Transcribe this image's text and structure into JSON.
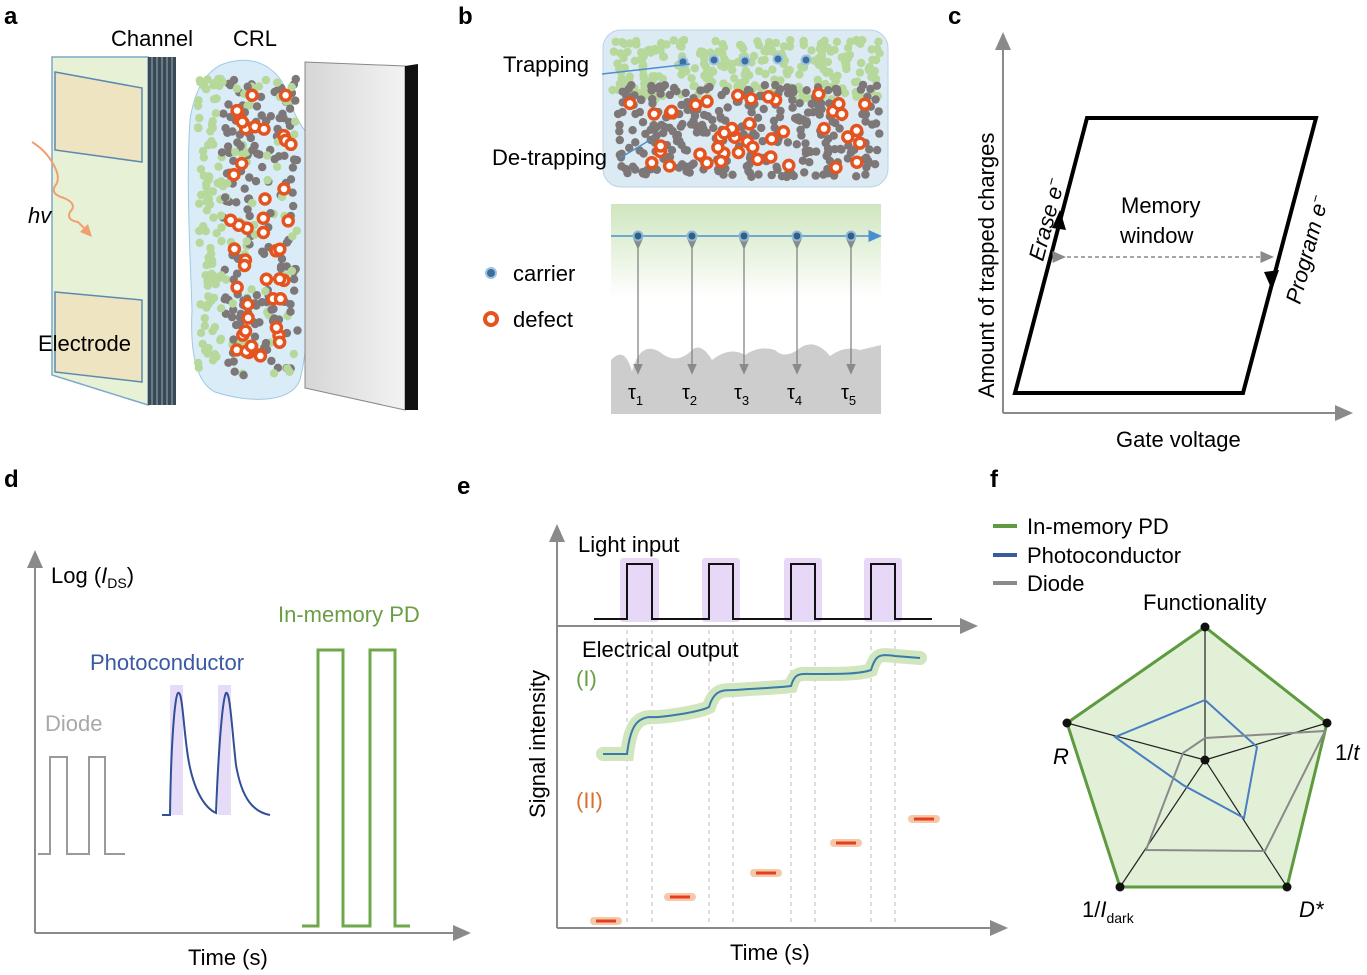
{
  "panels": {
    "a": {
      "letter": "a",
      "channel": "Channel",
      "crl": "CRL",
      "hv": "hv",
      "electrode": "Electrode"
    },
    "b": {
      "letter": "b",
      "trapping": "Trapping",
      "detrapping": "De-trapping",
      "carrier": "carrier",
      "defect": "defect",
      "taus": [
        "τ",
        "τ",
        "τ",
        "τ",
        "τ"
      ],
      "tau_subs": [
        "1",
        "2",
        "3",
        "4",
        "5"
      ]
    },
    "c": {
      "letter": "c",
      "ylabel": "Amount of trapped charges",
      "xlabel": "Gate voltage",
      "memory": "Memory",
      "window": "window",
      "erase": "Erase e",
      "program": "Program e",
      "superscript": "−"
    },
    "d": {
      "letter": "d",
      "ylabel_pre": "Log (",
      "ylabel_i": "I",
      "ylabel_sub": "DS",
      "ylabel_post": ")",
      "diode": "Diode",
      "photoconductor": "Photoconductor",
      "inmemory": "In-memory PD",
      "xlabel": "Time (s)"
    },
    "e": {
      "letter": "e",
      "light_input": "Light input",
      "electrical_output": "Electrical output",
      "label_i": "(I)",
      "label_ii": "(II)",
      "ylabel": "Signal intensity",
      "xlabel": "Time (s)"
    },
    "f": {
      "letter": "f",
      "legend": [
        "In-memory PD",
        "Photoconductor",
        "Diode"
      ],
      "axes": {
        "functionality": "Functionality",
        "r": "R",
        "inv_t": "1/t",
        "inv_t_pre": "1/",
        "inv_t_i": "t",
        "dstar": "D*",
        "inv_idark_pre": "1/",
        "inv_idark_i": "I",
        "inv_idark_sub": "dark"
      }
    }
  },
  "colors": {
    "green": "#6a9e45",
    "blue": "#3a5aa0",
    "gray": "#9a9a9a",
    "purple": "#b07fd9",
    "orange": "#e5531f",
    "light_green_fill": "#e3f0d8"
  }
}
